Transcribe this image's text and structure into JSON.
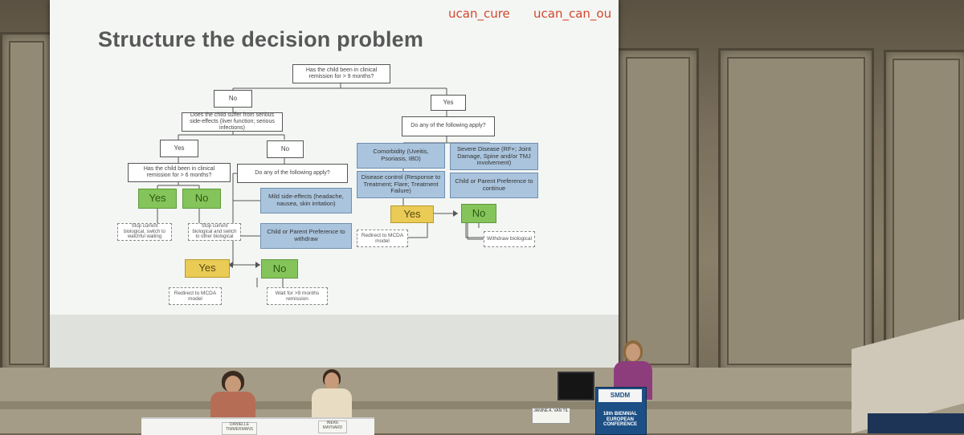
{
  "slide": {
    "logo_left": "ucan_cure",
    "logo_right": "ucan_can_ou",
    "title": "Structure the decision problem",
    "nodes": {
      "root": "Has the child been in clinical remission for > 9 months?",
      "no_top": "No",
      "yes_top": "Yes",
      "side_effects_q": "Does the child suffer from serious side-effects (liver function; serious infections)",
      "yes_left": "Yes",
      "no_left": "No",
      "remission6_q": "Has the child been in clinical remission for > 6 months?",
      "apply_q_left": "Do any of the following apply?",
      "yes_green": "Yes",
      "no_green": "No",
      "stop_switch_watchful": "Stop current biological, switch to watchful waiting",
      "stop_switch_other": "Stop current biological and switch to other biological",
      "mild_side_effects": "Mild side-effects (headache, nausea, skin irritation)",
      "parent_withdraw": "Child or Parent Preference to withdraw",
      "yes_bottom": "Yes",
      "no_bottom": "No",
      "redirect_mcda_bottom": "Redirect to MCDA model",
      "wait_9_months": "Wait for >9 months remission",
      "apply_q_right": "Do any of the following apply?",
      "comorbidity": "Comorbidity (Uveitis, Psoriasis, IBD)",
      "severe_disease": "Severe Disease (RF+; Joint Damage, Spine and/or TMJ involvement)",
      "disease_control": "Disease control (Response to Treatment; Flare; Treatment Failure)",
      "parent_continue": "Child or Parent Preference to continue",
      "yes_right": "Yes",
      "no_right": "No",
      "redirect_mcda_right": "Redirect to MCDA model",
      "withdraw_biological": "Withdraw biological"
    }
  },
  "scene": {
    "nameplate_1": "DANIELLE TIMMERMANS",
    "nameplate_2": "INEKE MAYNARD",
    "nameplate_speaker": "JANINE A. VAN TIL",
    "podium_logo": "SMDM",
    "podium_text": "18th BIENNIAL EUROPEAN CONFERENCE"
  }
}
